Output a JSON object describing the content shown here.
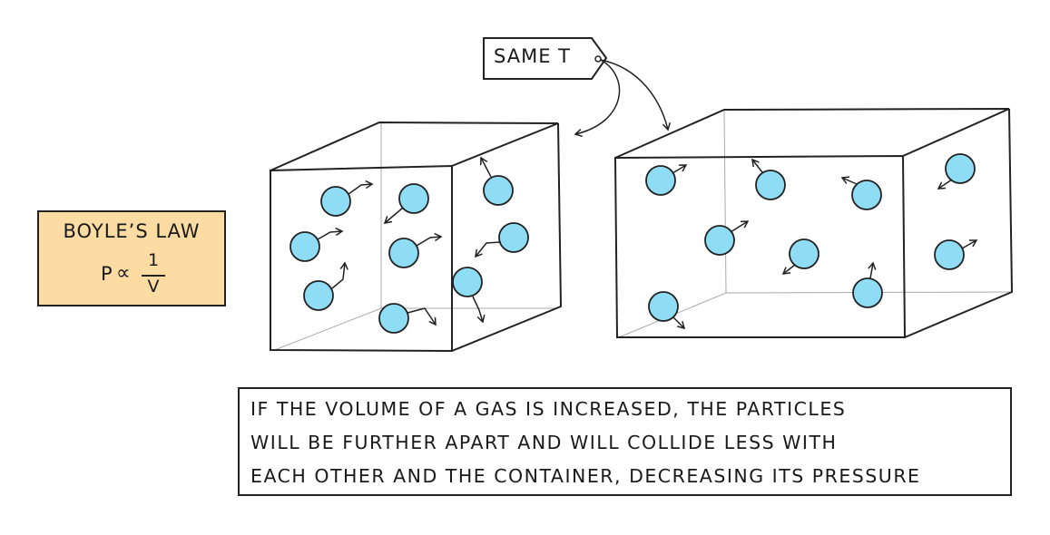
{
  "law": {
    "title": "BOYLE’S LAW",
    "p": "P",
    "prop": "∝",
    "num": "1",
    "den": "V"
  },
  "tag": {
    "label": "SAME T"
  },
  "caption": {
    "lines": [
      "IF THE VOLUME OF A GAS IS INCREASED, THE PARTICLES",
      "WILL BE FURTHER APART AND WILL COLLIDE LESS WITH",
      "EACH OTHER AND THE CONTAINER, DECREASING ITS PRESSURE"
    ]
  },
  "colors": {
    "particle_fill": "#8fdcf5",
    "ink": "#222222",
    "law_box": "#fcdca3"
  }
}
